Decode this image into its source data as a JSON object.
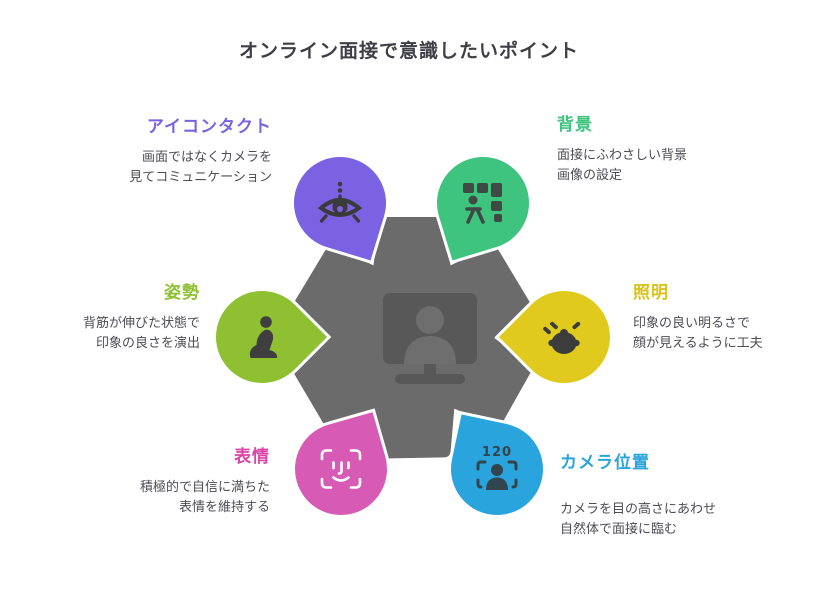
{
  "title": "オンライン面接で意識したいポイント",
  "center": {
    "icon": "monitor-person-icon",
    "shape_color": "#6b6b6b",
    "monitor_color": "#585858"
  },
  "points": [
    {
      "id": "eye-contact",
      "heading": "アイコンタクト",
      "line1": "画面ではなくカメラを",
      "line2": "見てコミュニケーション",
      "color": "#7b62e2",
      "icon": "eye-icon",
      "position": "top-left"
    },
    {
      "id": "background",
      "heading": "背景",
      "line1": "面接にふわさしい背景",
      "line2": "画像の設定",
      "color": "#3ec47e",
      "icon": "background-wall-icon",
      "position": "top-right"
    },
    {
      "id": "posture",
      "heading": "姿勢",
      "line1": "背筋が伸びた状態で",
      "line2": "印象の良さを演出",
      "color": "#8fc031",
      "icon": "kneeling-person-icon",
      "position": "left"
    },
    {
      "id": "lighting",
      "heading": "照明",
      "line1": "印象の良い明るさで",
      "line2": "顔が見えるように工夫",
      "color": "#e0ca1e",
      "icon": "lit-face-icon",
      "position": "right"
    },
    {
      "id": "expression",
      "heading": "表情",
      "line1": "積極的で自信に満ちた",
      "line2": "表情を維持する",
      "color": "#d75ab5",
      "icon": "face-id-icon",
      "position": "bottom-left"
    },
    {
      "id": "camera-position",
      "heading": "カメラ位置",
      "line1": "カメラを目の高さにあわせ",
      "line2": "自然体で面接に臨む",
      "color": "#2aa4dc",
      "icon": "camera-framing-icon",
      "icon_label": "120",
      "position": "bottom-right"
    }
  ]
}
